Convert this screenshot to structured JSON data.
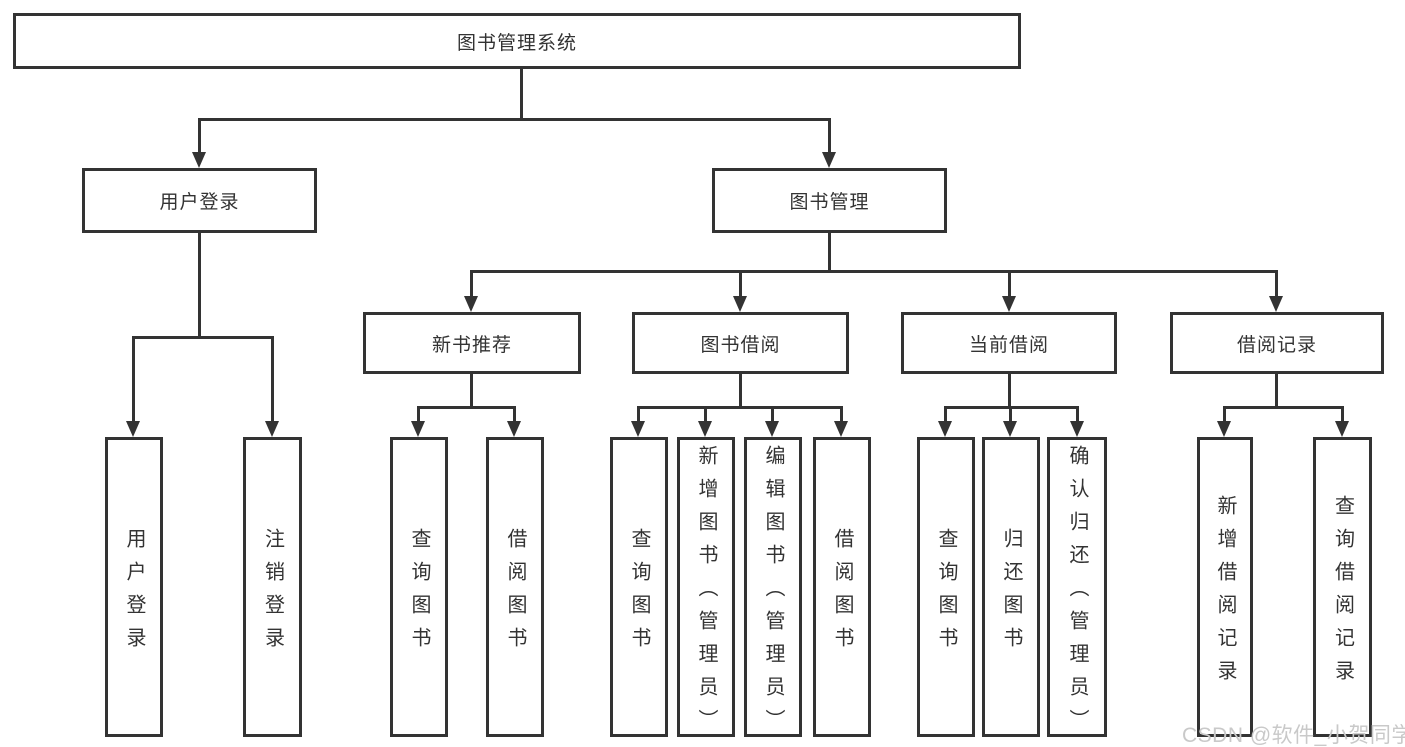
{
  "colors": {
    "line": "#333333",
    "text": "#333333",
    "watermark": "#c9c9c9",
    "background": "#ffffff"
  },
  "nodes": {
    "root": {
      "label": "图书管理系统"
    },
    "user_login": {
      "label": "用户登录"
    },
    "book_mgmt": {
      "label": "图书管理"
    },
    "new_books": {
      "label": "新书推荐"
    },
    "book_borrow": {
      "label": "图书借阅"
    },
    "current_borrow": {
      "label": "当前借阅"
    },
    "borrow_records": {
      "label": "借阅记录"
    },
    "leaf_user_login": {
      "label": "用户登录"
    },
    "leaf_logout": {
      "label": "注销登录"
    },
    "leaf_nb_query": {
      "label": "查询图书"
    },
    "leaf_nb_borrow": {
      "label": "借阅图书"
    },
    "leaf_bb_query": {
      "label": "查询图书"
    },
    "leaf_bb_add": {
      "label": "新增图书（管理员）"
    },
    "leaf_bb_edit": {
      "label": "编辑图书（管理员）"
    },
    "leaf_bb_borrow": {
      "label": "借阅图书"
    },
    "leaf_cb_query": {
      "label": "查询图书"
    },
    "leaf_cb_return": {
      "label": "归还图书"
    },
    "leaf_cb_confirm": {
      "label": "确认归还（管理员）"
    },
    "leaf_br_add": {
      "label": "新增借阅记录"
    },
    "leaf_br_query": {
      "label": "查询借阅记录"
    }
  },
  "watermark": {
    "text": "CSDN @软件_小贺同学"
  }
}
